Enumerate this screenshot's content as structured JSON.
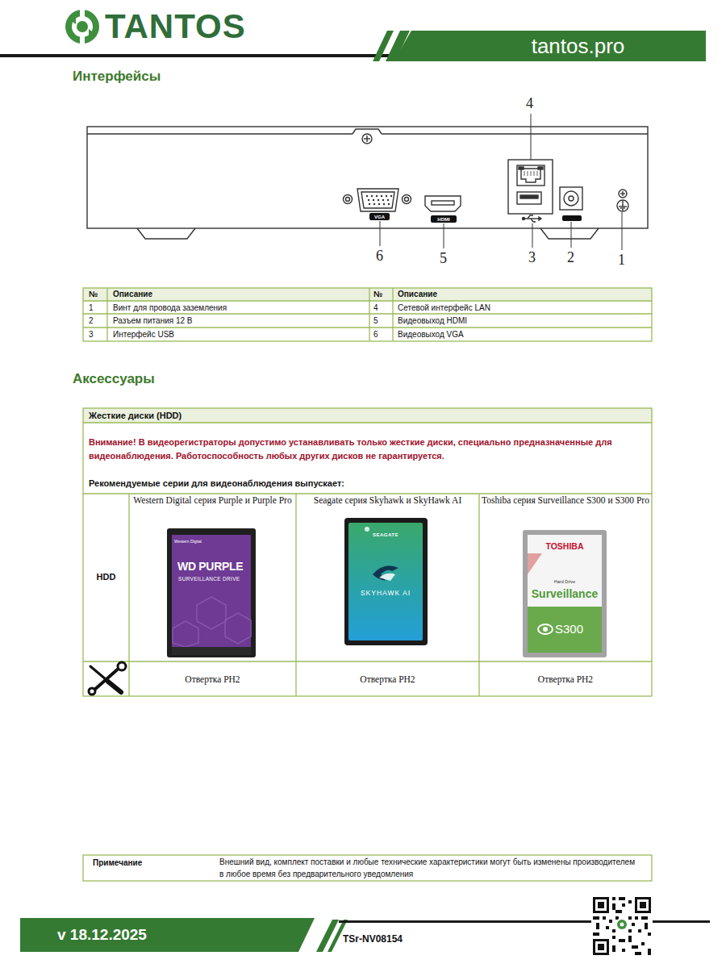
{
  "diagram": {
    "nodes": [
      {
        "text": [
          "tantos.pro"
        ]
      },
      {
        "text": [
          "v 18.12.2025"
        ]
      }
    ],
    "labels": [
      "TANTOS",
      "Интерфейсы",
      "4",
      "6",
      "5",
      "3",
      "2",
      "1",
      "VGA",
      "HDMI",
      "№",
      "Описание",
      "№",
      "Описание",
      "1",
      "Винт для провода заземления",
      "4",
      "Сетевой интерфейс LAN",
      "2",
      "Разъем питания 12 В",
      "5",
      "Видеовыход HDMI",
      "3",
      "Интерфейс USB",
      "6",
      "Видеовыход VGA",
      "Аксессуары",
      "Жесткие диски (HDD)",
      "Внимание! В видеорегистраторы допустимо устанавливать только жесткие диски, специально предназначенные для видеонаблюдения. Работоспособность любых других дисков не гарантируется.",
      "Рекомендуемые серии для видеонаблюдения выпускает:",
      "HDD",
      "Western Digital серия Purple и Purple Pro",
      "Seagate серия Skyhawk и SkyHawk AI",
      "Toshiba серия Surveillance S300 и S300 Pro",
      "Western Digital",
      "WD PURPLE",
      "SURVEILLANCE DRIVE",
      "SEAGATE",
      "SKYHAWK AI",
      "TOSHIBA",
      "Hard Drive",
      "Surveillance",
      "S300",
      "Отвертка PH2",
      "Отвертка PH2",
      "Отвертка PH2",
      "Примечание",
      "Внешний вид, комплект поставки и любые технические характеристики могут быть изменены производителем в любое время без предварительного уведомления",
      "TSr-NV08154"
    ]
  }
}
